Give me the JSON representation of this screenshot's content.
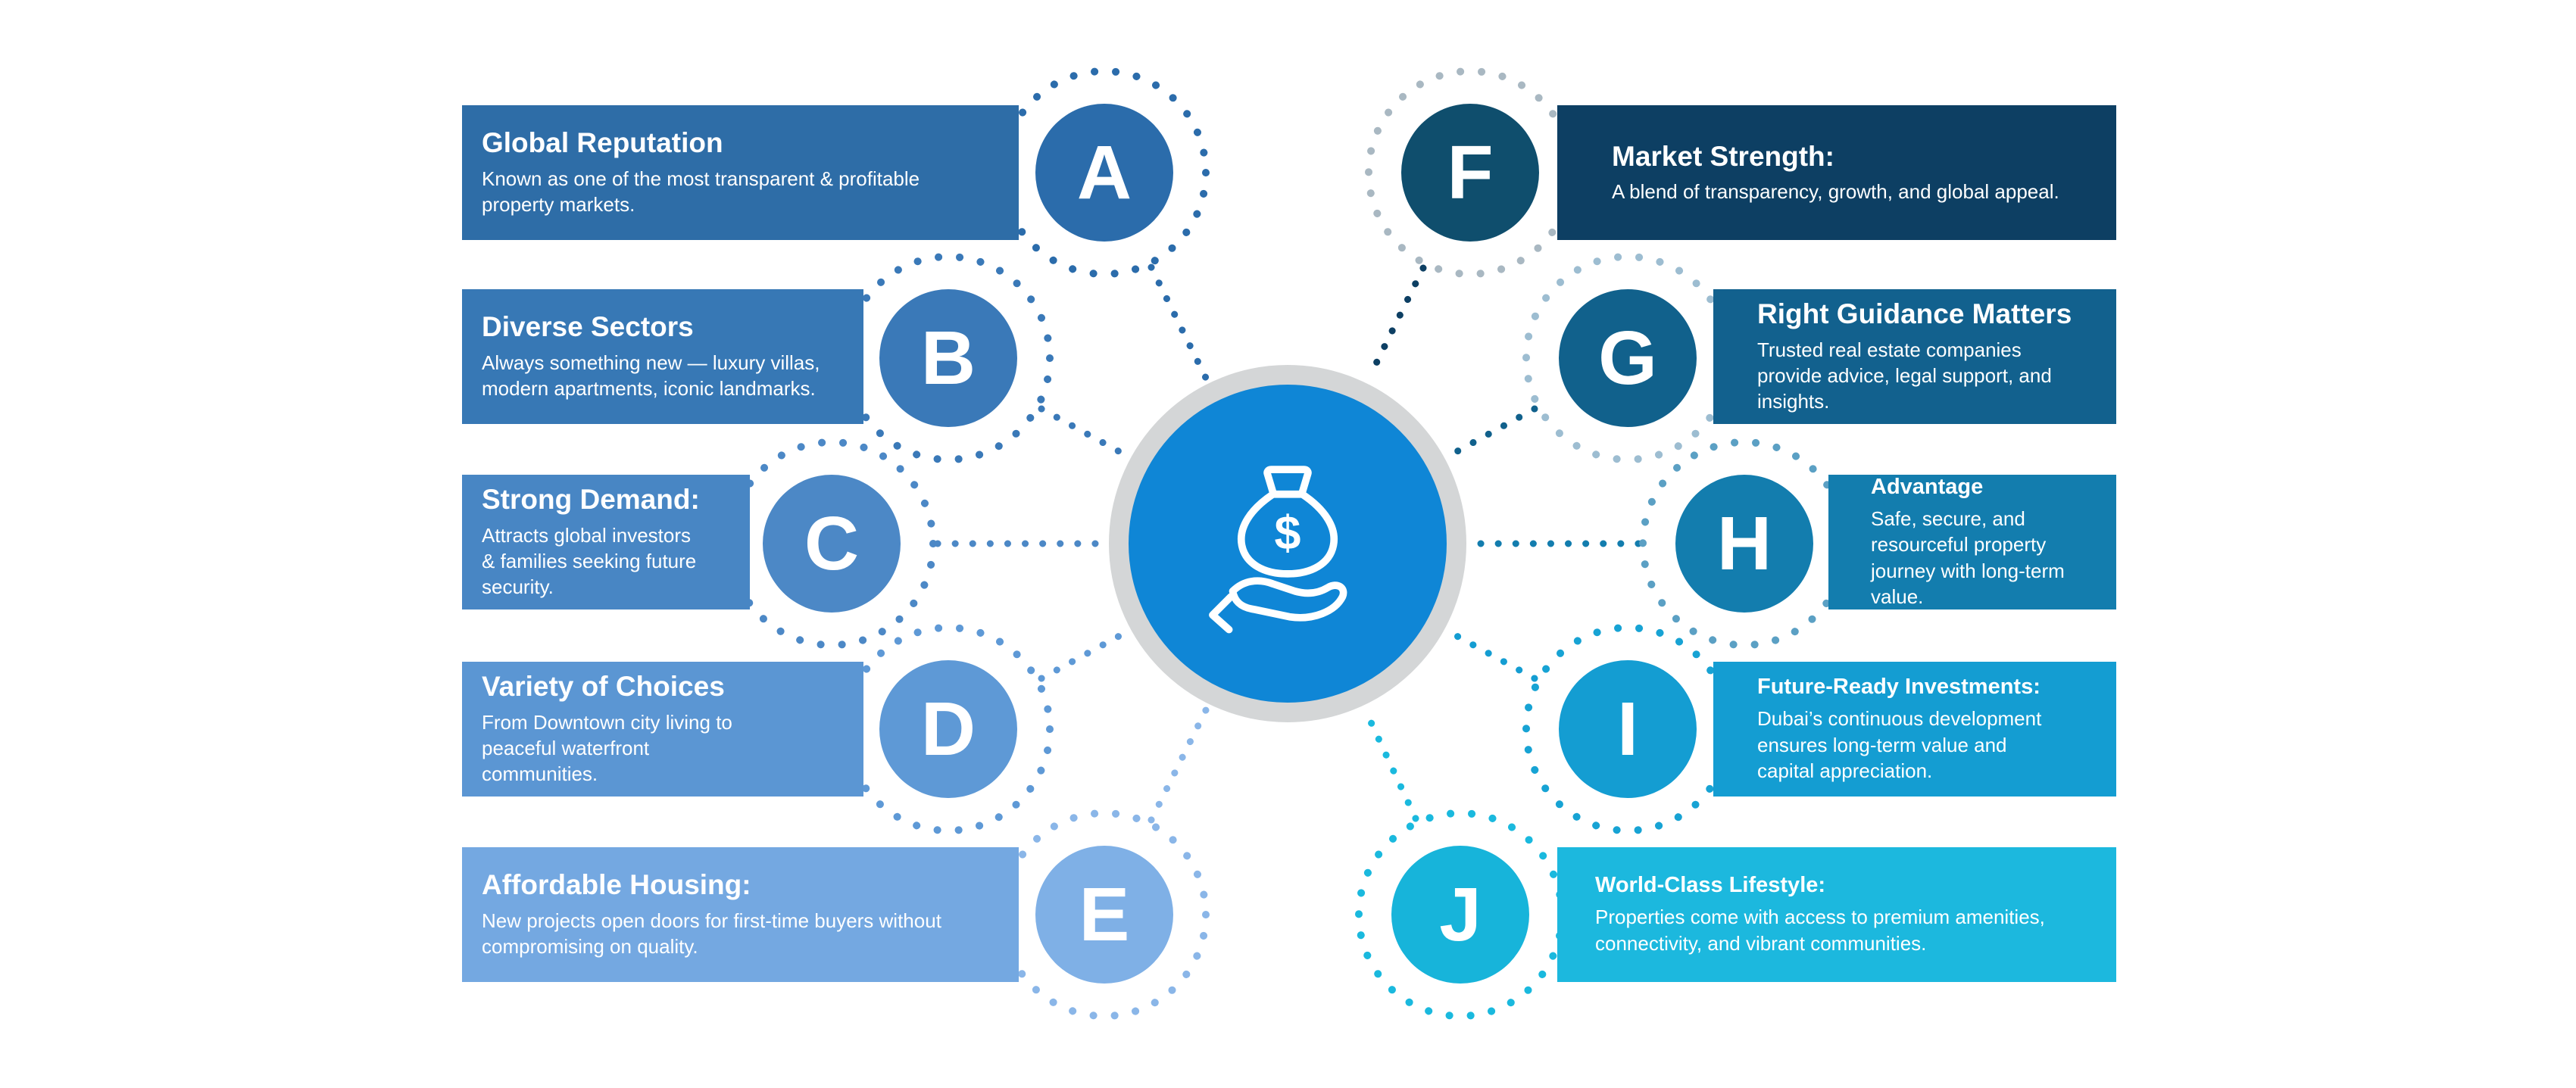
{
  "canvas": {
    "background_color": "#ffffff"
  },
  "center": {
    "icon": "hand-holding-money-bag-icon",
    "currency_symbol": "$",
    "circle_color": "#0f86d6",
    "ring_color": "#d4d6d7",
    "icon_color": "#ffffff"
  },
  "items": [
    {
      "letter": "A",
      "title": "Global Reputation",
      "body": "Known as one of the most transparent & profitable property markets.",
      "banner_color": "#2e6da7",
      "circle_color": "#2b6cab",
      "ring_color": "#2b6cab",
      "dot_color": "#2b6cab"
    },
    {
      "letter": "B",
      "title": "Diverse Sectors",
      "body": "Always something new — luxury villas, modern apartments, iconic landmarks.",
      "banner_color": "#3778b5",
      "circle_color": "#3a79b8",
      "ring_color": "#3a79b8",
      "dot_color": "#3a79b8"
    },
    {
      "letter": "C",
      "title": "Strong Demand:",
      "body": "Attracts global investors & families seeking future security.",
      "banner_color": "#4886c4",
      "circle_color": "#4c88c6",
      "ring_color": "#4c88c6",
      "dot_color": "#4c88c6"
    },
    {
      "letter": "D",
      "title": "Variety of Choices",
      "body": "From Downtown city living to peaceful waterfront communities.",
      "banner_color": "#5b96d3",
      "circle_color": "#5e99d6",
      "ring_color": "#5e99d6",
      "dot_color": "#5e99d6"
    },
    {
      "letter": "E",
      "title": "Affordable Housing:",
      "body": "New projects open doors for first-time buyers without compromising on quality.",
      "banner_color": "#74a8e1",
      "circle_color": "#7fb0e6",
      "ring_color": "#8ab6e8",
      "dot_color": "#8ab6e8"
    },
    {
      "letter": "F",
      "title": "Market Strength:",
      "body": "A blend of transparency, growth, and global appeal.",
      "banner_color": "#0d3f63",
      "circle_color": "#0f4e6d",
      "ring_color": "#a9b8c2",
      "dot_color": "#0d3f63"
    },
    {
      "letter": "G",
      "title": "Right Guidance Matters",
      "body": "Trusted real estate companies provide advice, legal support, and insights.",
      "banner_color": "#12618e",
      "circle_color": "#11618c",
      "ring_color": "#9dbdd1",
      "dot_color": "#11618c"
    },
    {
      "letter": "H",
      "title": "Advantage",
      "body": "Safe, secure, and resourceful property journey with long-term value.",
      "banner_color": "#137dae",
      "circle_color": "#137dae",
      "ring_color": "#5ba0c4",
      "dot_color": "#137dae"
    },
    {
      "letter": "I",
      "title": "Future-Ready Investments:",
      "body": "Dubai’s continuous development ensures long-term value and capital appreciation.",
      "banner_color": "#149dd2",
      "circle_color": "#149dd2",
      "ring_color": "#17a3d4",
      "dot_color": "#149dd2"
    },
    {
      "letter": "J",
      "title": "World-Class Lifestyle:",
      "body": "Properties come with access to premium amenities, connectivity, and vibrant communities.",
      "banner_color": "#1cb8de",
      "circle_color": "#17b4da",
      "ring_color": "#1ab9de",
      "dot_color": "#1ab9de"
    }
  ]
}
